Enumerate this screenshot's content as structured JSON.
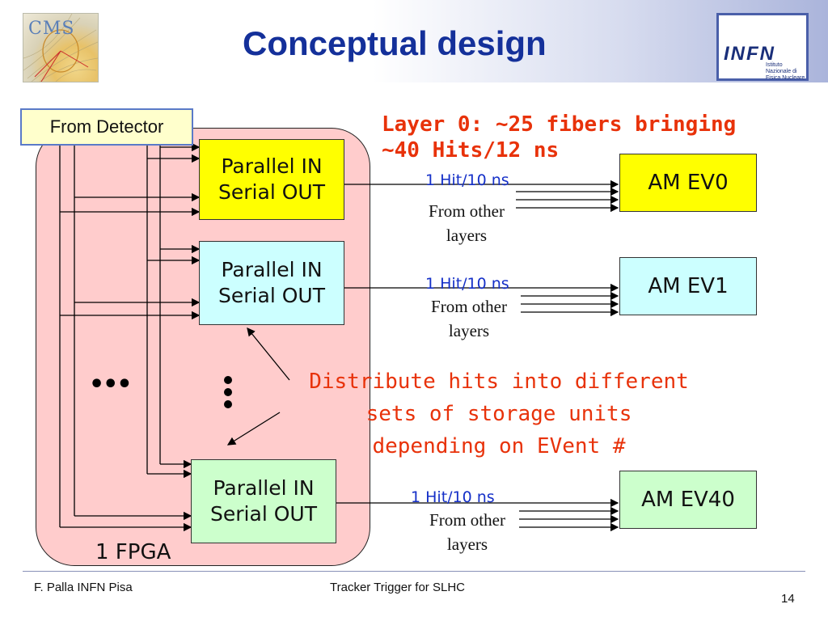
{
  "header": {
    "title": "Conceptual design",
    "logo_left": "CMS",
    "logo_right": "INFN",
    "logo_right_sub": "Istituto Nazionale di Fisica Nucleare"
  },
  "diagram": {
    "source_label": "From Detector",
    "fpga_label": "1 FPGA",
    "converters": [
      {
        "line1": "Parallel IN",
        "line2": "Serial OUT",
        "fill": "#ffff00"
      },
      {
        "line1": "Parallel IN",
        "line2": "Serial OUT",
        "fill": "#ccffff"
      },
      {
        "line1": "Parallel IN",
        "line2": "Serial OUT",
        "fill": "#ccffcc"
      }
    ],
    "am_boxes": [
      {
        "label": "AM EV0",
        "fill": "#ffff00"
      },
      {
        "label": "AM EV1",
        "fill": "#ccffff"
      },
      {
        "label": "AM EV40",
        "fill": "#ccffcc"
      }
    ],
    "rates": [
      "1 Hit/10 ns",
      "1 Hit/10 ns",
      "1 Hit/10 ns"
    ],
    "from_other": [
      {
        "line1": "From other",
        "line2": "layers"
      },
      {
        "line1": "From other",
        "line2": "layers"
      },
      {
        "line1": "From other",
        "line2": "layers"
      }
    ],
    "ellipsis_left": "•••",
    "layer_note_line1": "Layer 0: ~25 fibers bringing",
    "layer_note_line2": "~40 Hits/12 ns",
    "distribute_note_line1": "Distribute hits into different",
    "distribute_note_line2": "sets of storage units",
    "distribute_note_line3": "depending on EVent #"
  },
  "footer": {
    "author": "F. Palla INFN Pisa",
    "talk": "Tracker Trigger for SLHC",
    "page": "14"
  },
  "colors": {
    "title": "#14309a",
    "fpga_fill": "#ffcccc",
    "note_red": "#e8320a",
    "rate_blue": "#1530c8"
  }
}
